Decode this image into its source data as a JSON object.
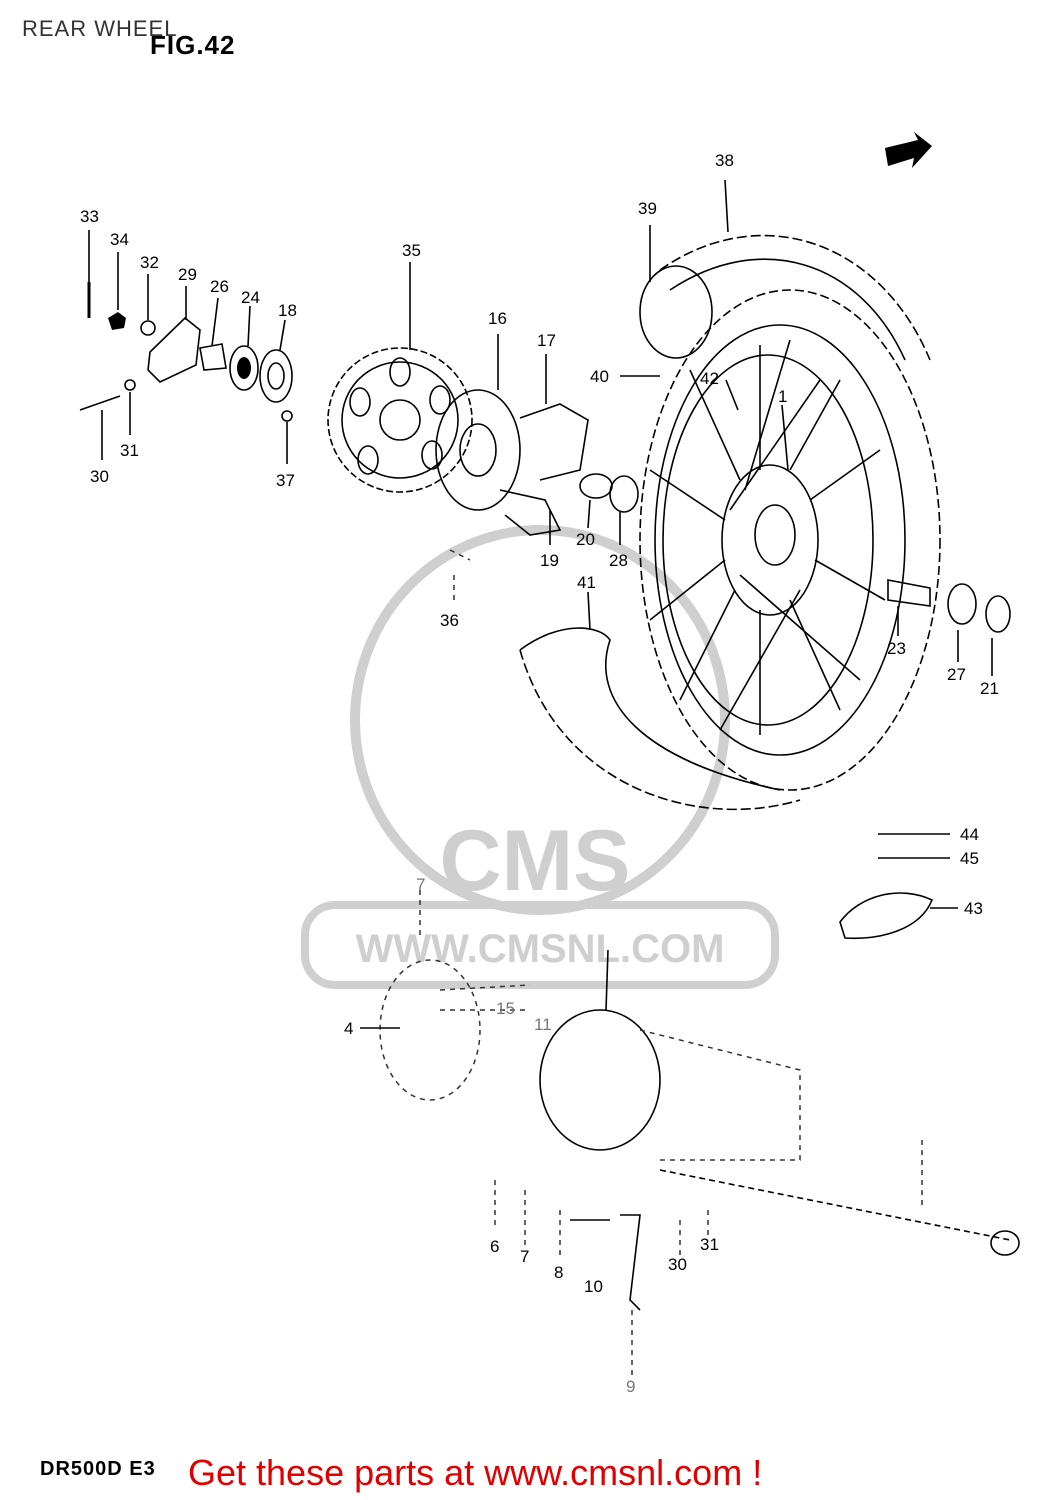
{
  "page_title": "REAR WHEEL",
  "figure_label": "FIG.42",
  "model_label": "DR500D  E3",
  "footer_link": "Get these parts at www.cmsnl.com !",
  "watermark": {
    "logo_text": "CMS",
    "url_text": "WWW.CMSNL.COM"
  },
  "callouts": {
    "c33": "33",
    "c34": "34",
    "c32": "32",
    "c29": "29",
    "c26": "26",
    "c24": "24",
    "c18": "18",
    "c30": "30",
    "c31": "31",
    "c37": "37",
    "c35": "35",
    "c16": "16",
    "c17": "17",
    "c19": "19",
    "c20": "20",
    "c28": "28",
    "c36": "36",
    "c38": "38",
    "c39": "39",
    "c40": "40",
    "c42": "42",
    "c1": "1",
    "c41": "41",
    "c23": "23",
    "c27": "27",
    "c21": "21",
    "c44": "44",
    "c45": "45",
    "c43": "43",
    "b7": "7",
    "b4": "4",
    "b15": "15",
    "b11": "11",
    "b6": "6",
    "b7b": "7",
    "b8": "8",
    "b10": "10",
    "b30": "30",
    "b31": "31",
    "b9": "9"
  },
  "colors": {
    "footer": "#e00000",
    "watermark": "#cfcfcf"
  }
}
